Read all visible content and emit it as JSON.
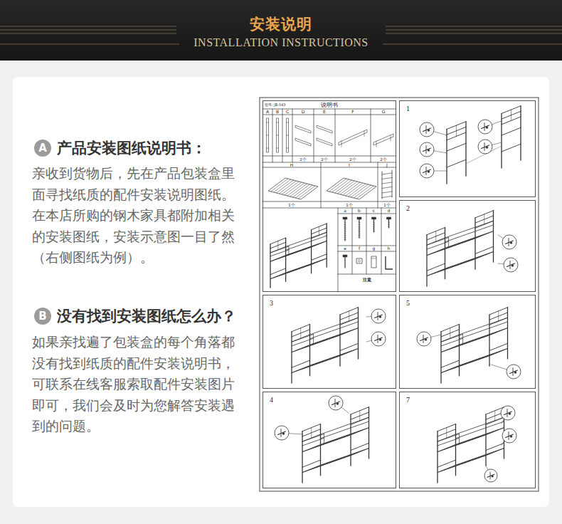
{
  "diagram": {
    "title": "安装说明",
    "nodes": [
      {
        "text": [
          "A"
        ]
      },
      {
        "text": [
          "B"
        ]
      },
      {
        "text": [
          "说明书"
        ]
      },
      {
        "text": [
          "1"
        ]
      },
      {
        "text": [
          "2"
        ]
      },
      {
        "text": [
          "3"
        ]
      },
      {
        "text": [
          "5"
        ]
      },
      {
        "text": [
          "4"
        ]
      },
      {
        "text": [
          "7"
        ]
      }
    ],
    "labels": [
      "INSTALLATION INSTRUCTIONS",
      "产品安装图纸说明书：",
      "亲收到货物后，先在产品包装盒里 面寻找纸质的配件安装说明图纸。 在本店所购的钢木家具都附加相关 的安装图纸，安装示意图一目了然 （右侧图纸为例）。",
      "没有找到安装图纸怎么办？",
      "如果亲找遍了包装盒的每个角落都 没有找到纸质的配件安装说明书， 可联系在线客服索取配件安装图片 即可，我们会及时为您解答安装遇 到的问题。",
      "型号: JB-043",
      "A",
      "B",
      "C",
      "D",
      "E",
      "F",
      "G",
      "H",
      "I",
      "J",
      "2个",
      "2个",
      "2个",
      "2个",
      "1个",
      "1个",
      "1个",
      "a",
      "b",
      "c",
      "d",
      "e",
      "f",
      "g",
      "h",
      "注意"
    ]
  }
}
